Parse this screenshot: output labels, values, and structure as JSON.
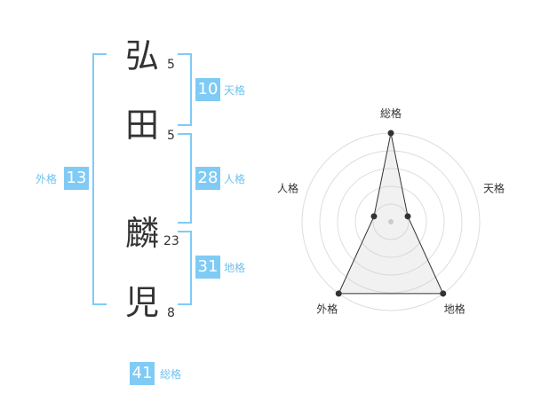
{
  "name": {
    "chars": [
      {
        "char": "弘",
        "strokes": "5"
      },
      {
        "char": "田",
        "strokes": "5"
      },
      {
        "char": "麟",
        "strokes": "23"
      },
      {
        "char": "児",
        "strokes": "8"
      }
    ]
  },
  "kakusu": {
    "tenkaku": {
      "value": "10",
      "label": "天格"
    },
    "jinkaku": {
      "value": "28",
      "label": "人格"
    },
    "chikaku": {
      "value": "31",
      "label": "地格"
    },
    "gaikaku": {
      "value": "13",
      "label": "外格"
    },
    "soukaku": {
      "value": "41",
      "label": "総格"
    }
  },
  "colors": {
    "accent": "#7fcbf5",
    "accent_text": "#6ec2ee",
    "text": "#333333"
  },
  "chart_data": {
    "type": "radar",
    "axes": [
      "総格",
      "天格",
      "地格",
      "外格",
      "人格"
    ],
    "values": [
      5,
      1,
      5,
      5,
      1
    ],
    "rmax": 5,
    "rings": 5,
    "grid": true
  }
}
